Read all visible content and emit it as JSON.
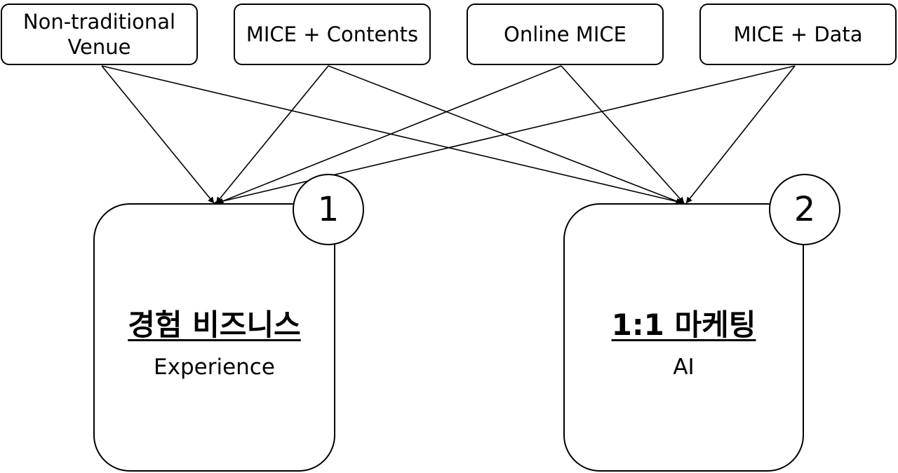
{
  "sources": [
    {
      "label": "Non-traditional\nVenue"
    },
    {
      "label": "MICE  +  Contents"
    },
    {
      "label": "Online MICE"
    },
    {
      "label": "MICE  +  Data"
    }
  ],
  "targets": [
    {
      "number": "1",
      "title": "경험 비즈니스",
      "subtitle": "Experience"
    },
    {
      "number": "2",
      "title": "1:1 마케팅",
      "subtitle": "AI"
    }
  ],
  "connections": [
    {
      "from": "Non-traditional Venue",
      "to": "경험 비즈니스"
    },
    {
      "from": "Non-traditional Venue",
      "to": "1:1 마케팅"
    },
    {
      "from": "MICE + Contents",
      "to": "경험 비즈니스"
    },
    {
      "from": "MICE + Contents",
      "to": "1:1 마케팅"
    },
    {
      "from": "Online MICE",
      "to": "경험 비즈니스"
    },
    {
      "from": "Online MICE",
      "to": "1:1 마케팅"
    },
    {
      "from": "MICE + Data",
      "to": "경험 비즈니스"
    },
    {
      "from": "MICE + Data",
      "to": "1:1 마케팅"
    }
  ]
}
